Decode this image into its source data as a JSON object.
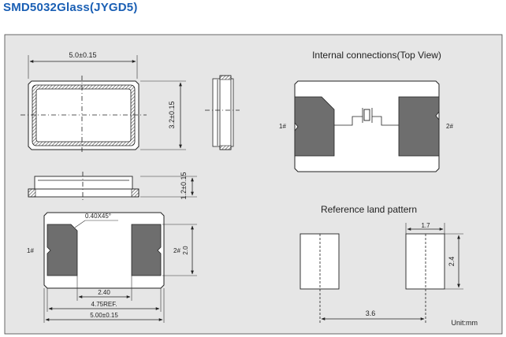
{
  "title": "SMD5032Glass(JYGD5)",
  "top_view": {
    "length_dim": "5.0±0.15",
    "width_dim": "3.2±0.15"
  },
  "side_view": {
    "height_dim": "1.2±0.15"
  },
  "bottom_view": {
    "chamfer_label": "0.40X45°",
    "pin1": "1#",
    "pin2": "2#",
    "pad_height": "2.0",
    "pad_gap": "2.40",
    "pad_span": "4.75REF.",
    "total_length": "5.00±0.15"
  },
  "internal": {
    "heading": "Internal connections(Top View)",
    "pin1": "1#",
    "pin2": "2#"
  },
  "land": {
    "heading": "Reference land pattern",
    "pad_width": "1.7",
    "pad_height": "2.4",
    "pitch": "3.6",
    "unit": "Unit:mm"
  },
  "colors": {
    "title": "#1a5fb4",
    "pad_fill": "#6e6e6e",
    "frame_fill": "#e6e6e6"
  }
}
